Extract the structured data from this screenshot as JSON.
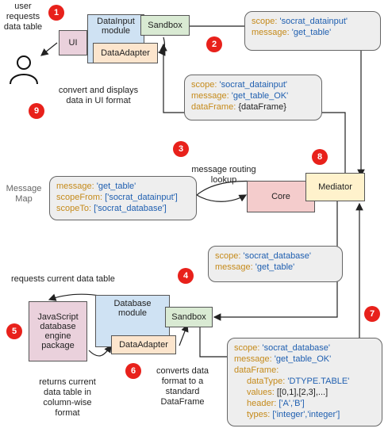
{
  "badges": [
    "1",
    "2",
    "3",
    "4",
    "5",
    "6",
    "7",
    "8",
    "9"
  ],
  "top": {
    "user_text": [
      "user",
      "requests",
      "data table"
    ],
    "ui": "UI",
    "datainput_module": [
      "DataInput",
      "module"
    ],
    "sandbox": "Sandbox",
    "data_adapter": "DataAdapter",
    "convert_text": [
      "convert and displays",
      "data in UI format"
    ]
  },
  "bubble2": [
    {
      "key": "scope",
      "value": "'socrat_datainput'"
    },
    {
      "key": "message",
      "value": "'get_table'"
    }
  ],
  "bubble9": [
    {
      "key": "scope",
      "value": "'socrat_datainput'"
    },
    {
      "key": "message",
      "value": "'get_table_OK'"
    },
    {
      "key": "dataFrame",
      "value": "{dataFrame}"
    }
  ],
  "middle": {
    "routing_text": [
      "message routing",
      "lookup"
    ],
    "message_map_label": [
      "Message",
      "Map"
    ],
    "core": "Core",
    "mediator": "Mediator"
  },
  "message_map": [
    {
      "key": "message",
      "value": "'get_table'"
    },
    {
      "key": "scopeFrom",
      "value": "['socrat_datainput']"
    },
    {
      "key": "scopeTo",
      "value": "['socrat_database']"
    }
  ],
  "bubble4": [
    {
      "key": "scope",
      "value": "'socrat_database'"
    },
    {
      "key": "message",
      "value": "'get_table'"
    }
  ],
  "bottom": {
    "requests_text": "requests current data table",
    "js_engine": [
      "JavaScript",
      "database",
      "engine",
      "package"
    ],
    "database_module": [
      "Database",
      "module"
    ],
    "sandbox": "Sandbox",
    "data_adapter": "DataAdapter",
    "returns_text": [
      "returns current",
      "data table in",
      "column-wise",
      "format"
    ],
    "converts_text": [
      "converts data",
      "format to a",
      "standard",
      "DataFrame"
    ]
  },
  "bubble7": {
    "lines": [
      {
        "key": "scope",
        "value": "'socrat_database'"
      },
      {
        "key": "message",
        "value": "'get_table_OK'"
      },
      {
        "key": "dataFrame",
        "value": ""
      }
    ],
    "nested": [
      {
        "key": "dataType",
        "value": "'DTYPE.TABLE'"
      },
      {
        "key": "values",
        "value": "[[0,1],[2,3],...]"
      },
      {
        "key": "header",
        "value": "['A','B']"
      },
      {
        "key": "types",
        "value": "['integer','integer']"
      }
    ]
  },
  "colors": {
    "badge": "#e8211b",
    "key": "#c58a1a",
    "value": "#1f5fb0",
    "ui_box": "#ead1dc",
    "datainput_box": "#cfe2f3",
    "sandbox_box": "#d9ead3",
    "adapter_box": "#fce5cd",
    "core_box": "#f4cccc",
    "mediator_box": "#fff2cc",
    "js_box": "#ead1dc",
    "bubble": "#eeeeee"
  },
  "icons": [
    "user-person-icon"
  ]
}
